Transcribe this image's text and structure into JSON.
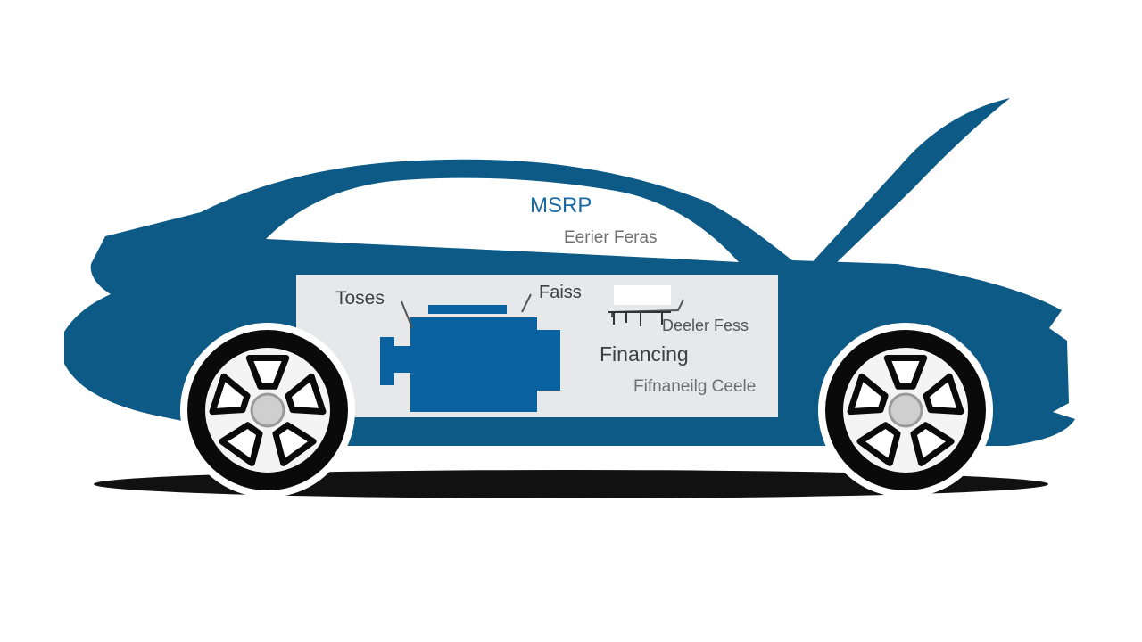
{
  "labels": {
    "msrp": "MSRP",
    "dealer_fees_top": "Eerier Feras",
    "taxes": "Toses",
    "fees": "Faiss",
    "dealer_fees": "Deeler Fess",
    "financing": "Financing",
    "financing_costs": "Fifnaneilg Ceele"
  },
  "colors": {
    "body": "#0d5a86",
    "panel": "#e6e8ea",
    "engine": "#0b62a0",
    "title_text": "#1b6aa3",
    "muted_text": "#6f6f6f",
    "dark_text": "#404040",
    "tire": "#0a0a0a",
    "rim": "#f4f4f4",
    "shadow": "#111111"
  }
}
